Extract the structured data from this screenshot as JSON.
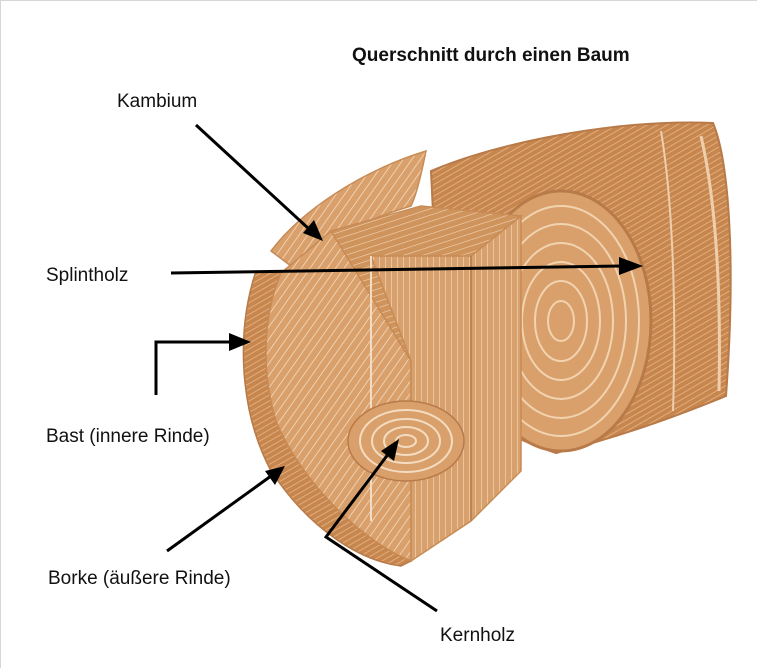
{
  "diagram": {
    "title": "Querschnitt durch einen Baum",
    "labels": {
      "kambium": "Kambium",
      "splintholz": "Splintholz",
      "bast": "Bast (innere Rinde)",
      "borke": "Borke (äußere Rinde)",
      "kernholz": "Kernholz"
    },
    "colors": {
      "wood": "#d9a06b",
      "wood_dark": "#b87a48",
      "wood_light": "#ecc9a3",
      "arrow": "#000000",
      "text": "#111111"
    }
  }
}
